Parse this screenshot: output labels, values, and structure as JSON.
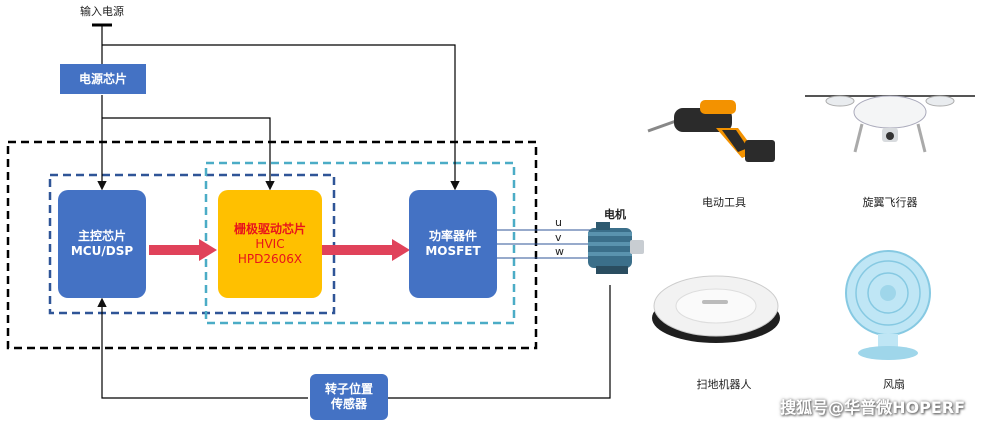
{
  "diagram": {
    "input_power_label": "输入电源",
    "power_chip_label": "电源芯片",
    "mcu": {
      "line1": "主控芯片",
      "line2": "MCU/DSP"
    },
    "driver": {
      "line1": "栅极驱动芯片",
      "line2": "HVIC",
      "line3": "HPD2606X"
    },
    "power_device": {
      "line1": "功率器件",
      "line2": "MOSFET"
    },
    "motor_label": "电机",
    "phase_u": "u",
    "phase_v": "v",
    "phase_w": "w",
    "rotor_sensor": {
      "line1": "转子位置",
      "line2": "传感器"
    }
  },
  "applications": {
    "power_tool": "电动工具",
    "drone": "旋翼飞行器",
    "robot_vacuum": "扫地机器人",
    "fan": "风扇"
  },
  "watermark": "搜狐号@华普微HOPERF",
  "colors": {
    "block_blue": "#4472c4",
    "driver_yellow": "#ffc000",
    "driver_text_red": "#e8141b",
    "arrow_red": "#e0425a",
    "dash_blue": "#2f5597",
    "dash_teal": "#4bacc6"
  }
}
